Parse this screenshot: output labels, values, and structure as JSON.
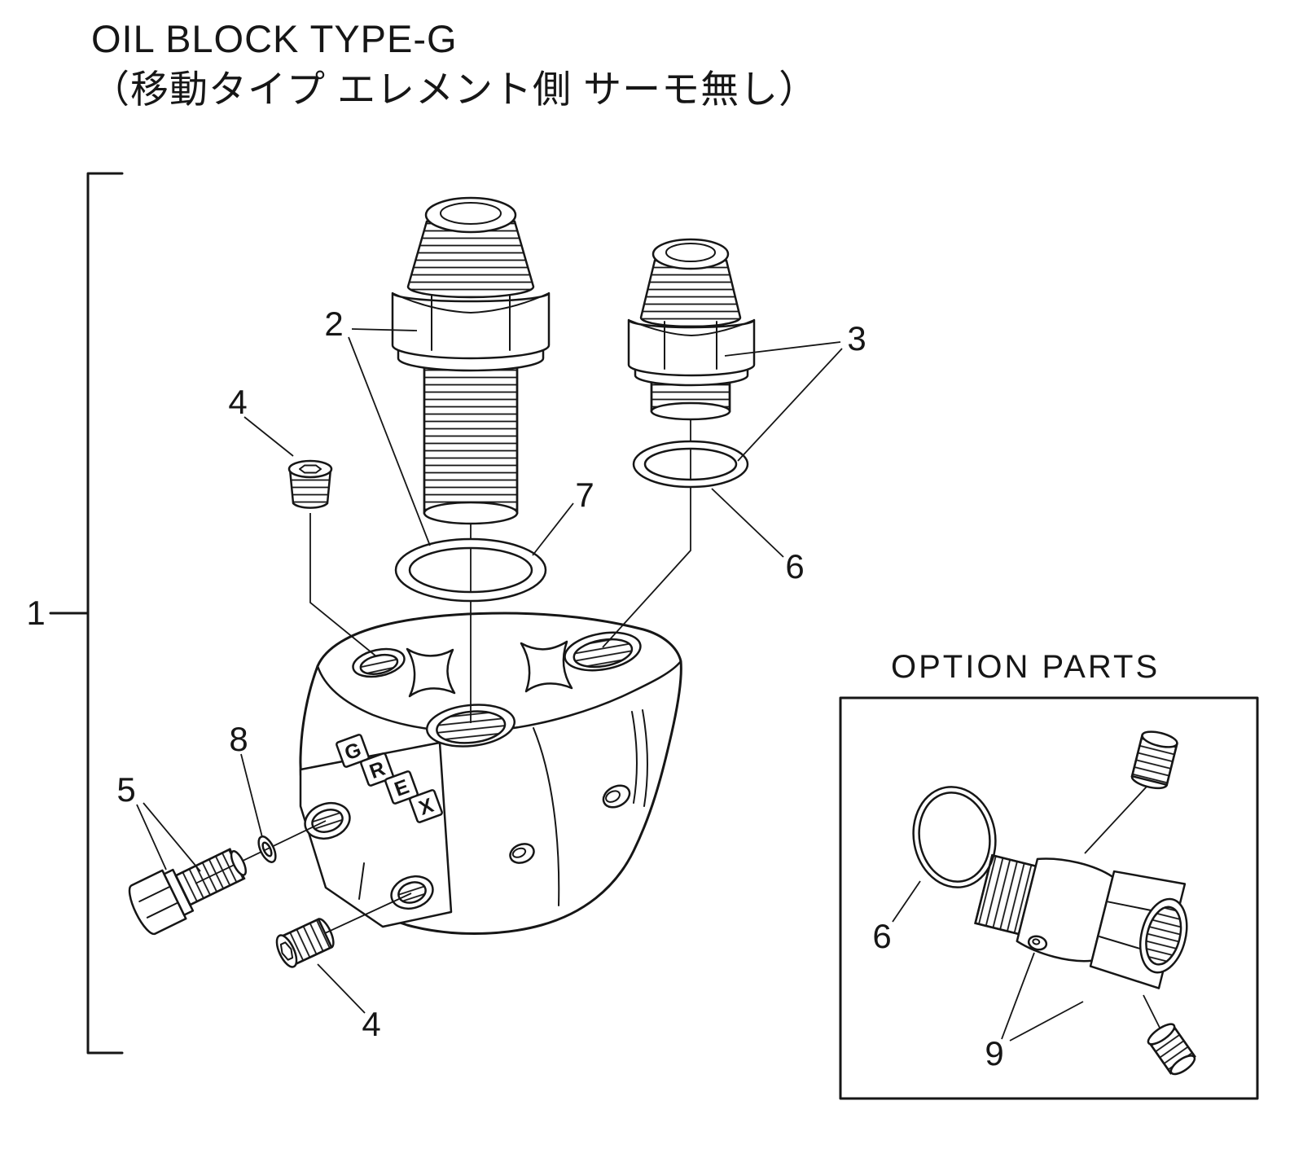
{
  "colors": {
    "ink": "#161616",
    "background": "#ffffff"
  },
  "title": {
    "line1": "OIL BLOCK TYPE-G",
    "line2": "（移動タイプ エレメント側 サーモ無し）"
  },
  "option_box": {
    "title": "OPTION PARTS"
  },
  "logo": {
    "letters": [
      "G",
      "R",
      "E",
      "X"
    ]
  },
  "callouts": {
    "bracket": "1",
    "fitting_main": "2",
    "fitting_side": "3",
    "plug_top": "4",
    "plug_bottom": "4",
    "bolt": "5",
    "oring_side": "6",
    "oring_main": "7",
    "washer": "8",
    "oring_option": "6",
    "option_plugs": "9"
  }
}
